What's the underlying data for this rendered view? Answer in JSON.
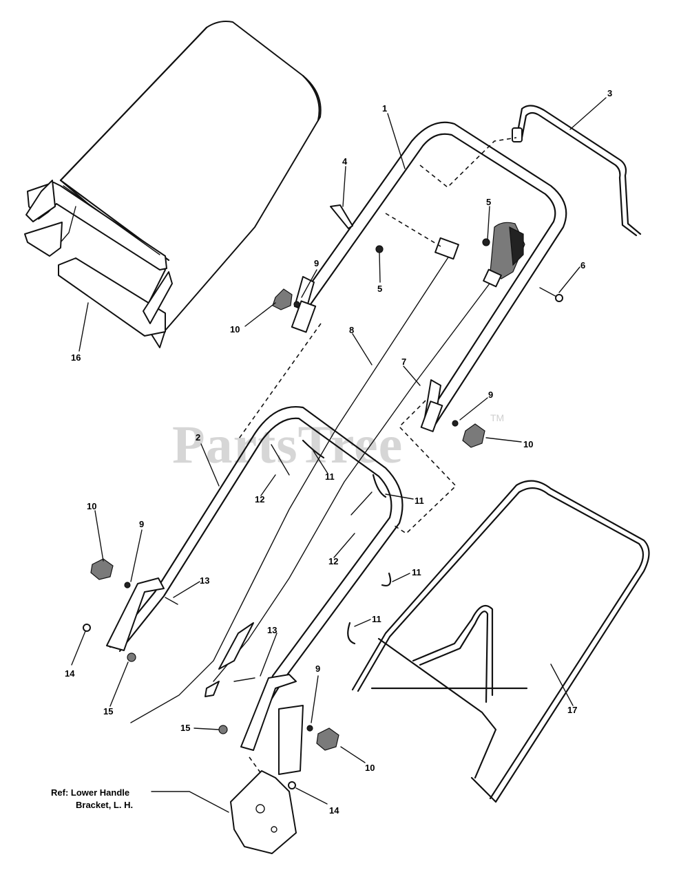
{
  "watermark": {
    "text": "PartsTree",
    "trademark": "TM"
  },
  "callouts": {
    "c1": "1",
    "c2": "2",
    "c3": "3",
    "c4": "4",
    "c5a": "5",
    "c5b": "5",
    "c6": "6",
    "c7": "7",
    "c8": "8",
    "c9a": "9",
    "c9b": "9",
    "c9c": "9",
    "c9d": "9",
    "c10a": "10",
    "c10b": "10",
    "c10c": "10",
    "c10d": "10",
    "c11a": "11",
    "c11b": "11",
    "c11c": "11",
    "c11d": "11",
    "c12a": "12",
    "c12b": "12",
    "c13a": "13",
    "c13b": "13",
    "c14a": "14",
    "c14b": "14",
    "c15a": "15",
    "c15b": "15",
    "c16": "16",
    "c17": "17"
  },
  "reference": {
    "line1": "Ref: Lower Handle",
    "line2": "Bracket, L. H."
  }
}
